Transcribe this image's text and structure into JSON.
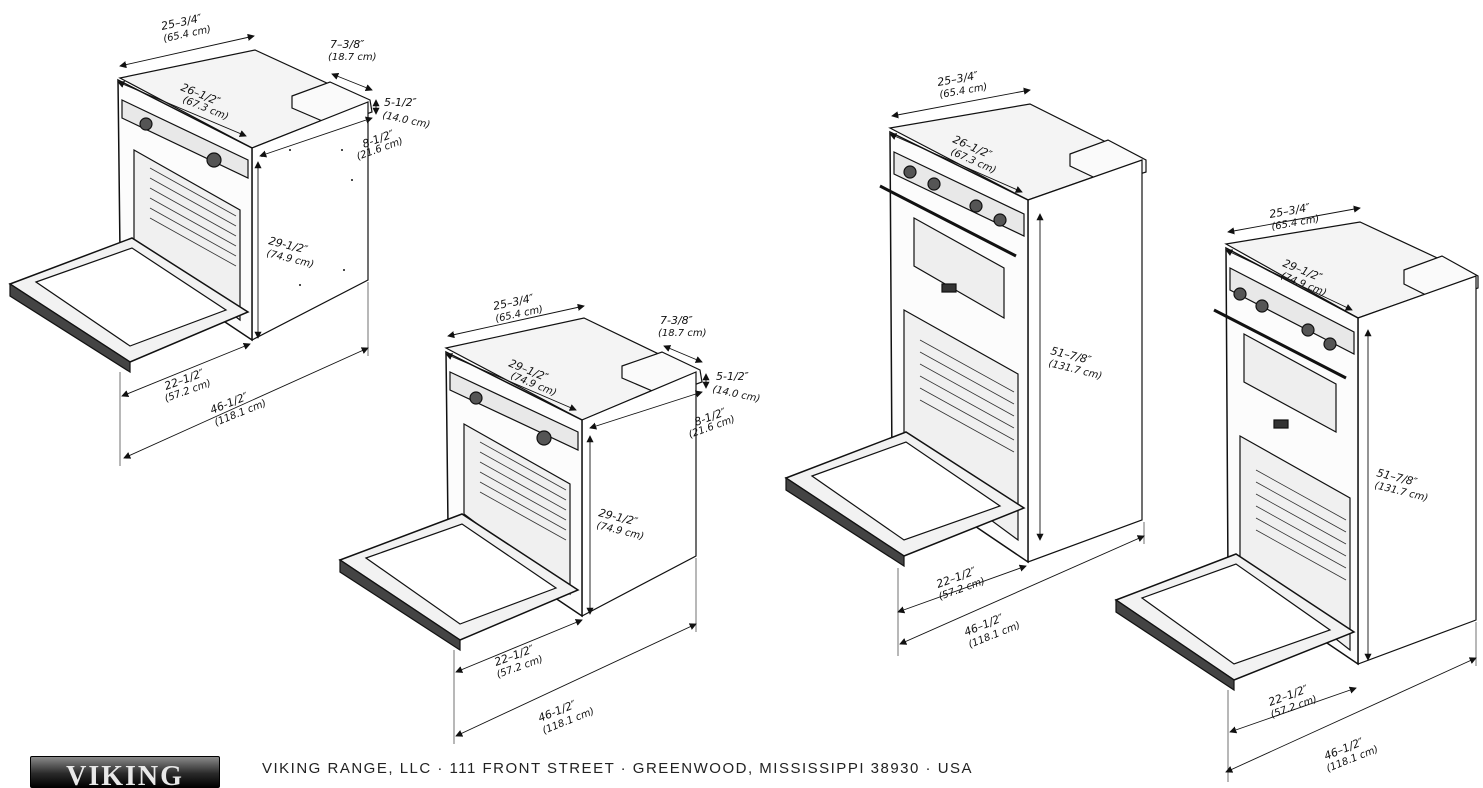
{
  "footer": {
    "address": "VIKING RANGE, LLC · 111 FRONT STREET · GREENWOOD, MISSISSIPPI 38930 · USA",
    "logo_text": "VIKING"
  },
  "ovens": [
    {
      "name": "single-oven-a",
      "dims": {
        "width": "25–3/4″",
        "width_cm": "(65.4 cm)",
        "depth_top": "26–1/2″",
        "depth_top_cm": "(67.3 cm)",
        "flange": "7–3/8″",
        "flange_cm": "(18.7 cm)",
        "notch": "5-1/2″",
        "notch_cm": "(14.0 cm)",
        "step": "8-1/2″",
        "step_cm": "(21.6 cm)",
        "height": "29-1/2″",
        "height_cm": "(74.9 cm)",
        "door": "22–1/2″",
        "door_cm": "(57.2 cm)",
        "total": "46-1/2″",
        "total_cm": "(118.1 cm)"
      }
    },
    {
      "name": "single-oven-b",
      "dims": {
        "width": "25–3/4″",
        "width_cm": "(65.4 cm)",
        "depth_top": "29–1/2″",
        "depth_top_cm": "(74.9 cm)",
        "flange": "7-3/8″",
        "flange_cm": "(18.7 cm)",
        "notch": "5-1/2″",
        "notch_cm": "(14.0 cm)",
        "step": "8-1/2″",
        "step_cm": "(21.6 cm)",
        "height": "29-1/2″",
        "height_cm": "(74.9 cm)",
        "door": "22–1/2″",
        "door_cm": "(57.2 cm)",
        "total": "46-1/2″",
        "total_cm": "(118.1 cm)"
      }
    },
    {
      "name": "double-oven-a",
      "dims": {
        "width": "25–3/4″",
        "width_cm": "(65.4 cm)",
        "depth_top": "26–1/2″",
        "depth_top_cm": "(67.3 cm)",
        "height": "51–7/8″",
        "height_cm": "(131.7 cm)",
        "door": "22–1/2″",
        "door_cm": "(57.2 cm)",
        "total": "46–1/2″",
        "total_cm": "(118.1 cm)"
      }
    },
    {
      "name": "double-oven-b",
      "dims": {
        "width": "25–3/4″",
        "width_cm": "(65.4 cm)",
        "depth_top": "29–1/2″",
        "depth_top_cm": "(74.9 cm)",
        "height": "51–7/8″",
        "height_cm": "(131.7 cm)",
        "door": "22–1/2″",
        "door_cm": "(57.2 cm)",
        "total": "46–1/2″",
        "total_cm": "(118.1 cm)"
      }
    }
  ]
}
